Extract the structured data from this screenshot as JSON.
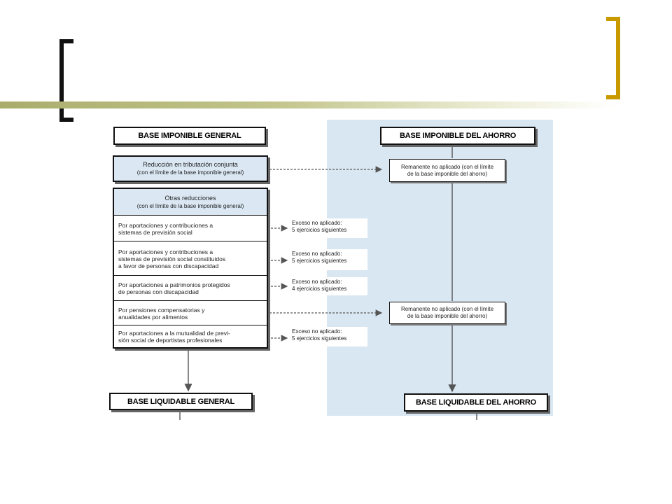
{
  "diagram": {
    "general": {
      "top_header": "BASE IMPONIBLE GENERAL",
      "joint_reduction": {
        "line1": "Reducción en tributación conjunta",
        "line2": "(con el límite de la base imponible general)"
      },
      "other_reductions": {
        "title": "Otras reducciones",
        "subtitle": "(con el límite de la base imponible general)",
        "items": [
          {
            "line1": "Por aportaciones y contribuciones a",
            "line2": "sistemas de previsión social",
            "line3": ""
          },
          {
            "line1": "Por aportaciones y contribuciones a",
            "line2": "sistemas de previsión social constituidos",
            "line3": "a favor de personas con discapacidad"
          },
          {
            "line1": "Por aportaciones a patrimonios protegidos",
            "line2": "de personas con discapacidad",
            "line3": ""
          },
          {
            "line1": "Por pensiones compensatorias y",
            "line2": "anualidades por alimentos",
            "line3": ""
          },
          {
            "line1": "Por aportaciones a la mutualidad de previ-",
            "line2": "sión social de deportistas profesionales",
            "line3": ""
          }
        ]
      },
      "bottom_header": "BASE LIQUIDABLE GENERAL"
    },
    "excess_notes": [
      {
        "line1": "Exceso no aplicado:",
        "line2": "5 ejercicios siguientes"
      },
      {
        "line1": "Exceso no aplicado:",
        "line2": "5 ejercicios siguientes"
      },
      {
        "line1": "Exceso no aplicado:",
        "line2": "4 ejercicios siguientes"
      },
      {
        "line1": "Exceso no aplicado:",
        "line2": "5 ejercicios siguientes"
      }
    ],
    "savings": {
      "top_header": "BASE IMPONIBLE DEL AHORRO",
      "remainder_boxes": [
        {
          "line1": "Remanente no aplicado (con el límite",
          "line2": "de la base imponible del ahorro)"
        },
        {
          "line1": "Remanente no aplicado (con el límite",
          "line2": "de la base imponible del ahorro)"
        }
      ],
      "bottom_header": "BASE LIQUIDABLE DEL AHORRO"
    }
  }
}
